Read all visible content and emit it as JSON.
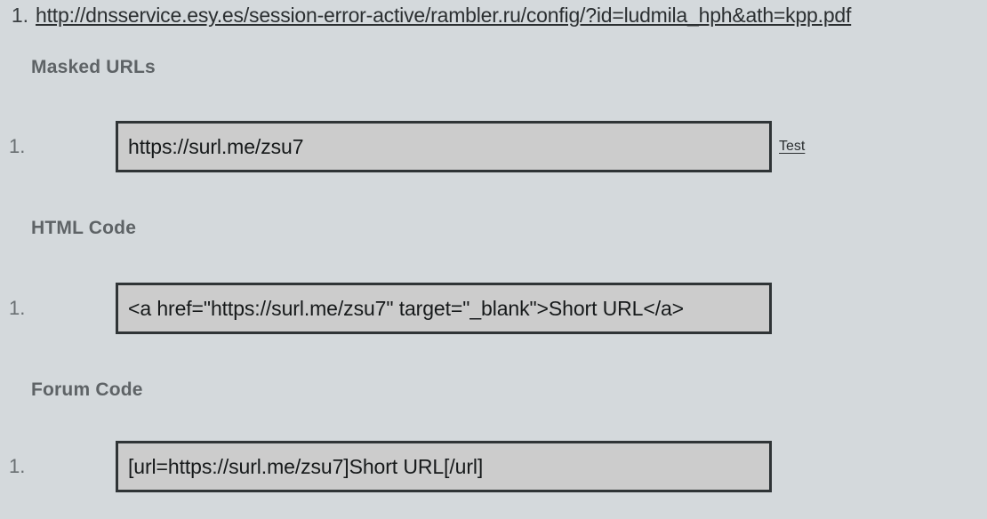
{
  "page": {
    "background_color": "#d4d9dc",
    "box_fill_color": "#cccccc",
    "box_border_color": "#2f3436",
    "heading_color": "#5e6366"
  },
  "original_url": {
    "marker": "1.",
    "text": "http://dnsservice.esy.es/session-error-active/rambler.ru/config/?id=ludmila_hph&ath=kpp.pdf"
  },
  "sections": {
    "masked_urls": {
      "heading": "Masked URLs",
      "marker": "1.",
      "value": "https://surl.me/zsu7",
      "test_label": "Test"
    },
    "html_code": {
      "heading": "HTML Code",
      "marker": "1.",
      "value": "<a href=\"https://surl.me/zsu7\" target=\"_blank\">Short URL</a>"
    },
    "forum_code": {
      "heading": "Forum Code",
      "marker": "1.",
      "value": "[url=https://surl.me/zsu7]Short URL[/url]"
    }
  }
}
